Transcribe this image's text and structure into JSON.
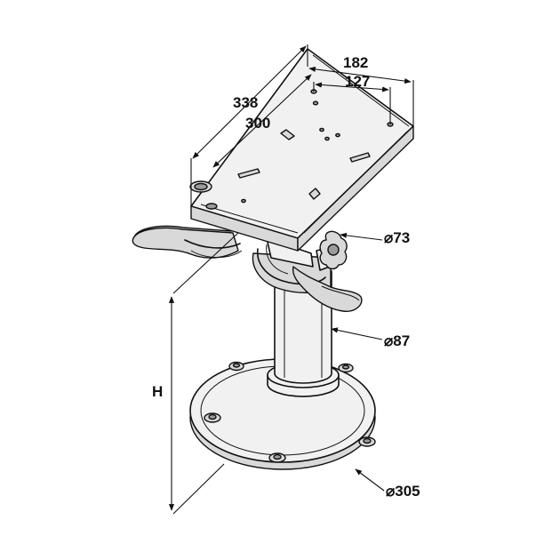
{
  "drawing": {
    "background": "#ffffff",
    "line_color": "#111111",
    "dimensions": {
      "top_width_outer": "182",
      "top_width_inner": "127",
      "top_length_outer": "338",
      "top_length_inner": "300",
      "knob_diameter": "⌀73",
      "column_diameter": "⌀87",
      "base_diameter": "⌀305",
      "height": "H"
    }
  }
}
